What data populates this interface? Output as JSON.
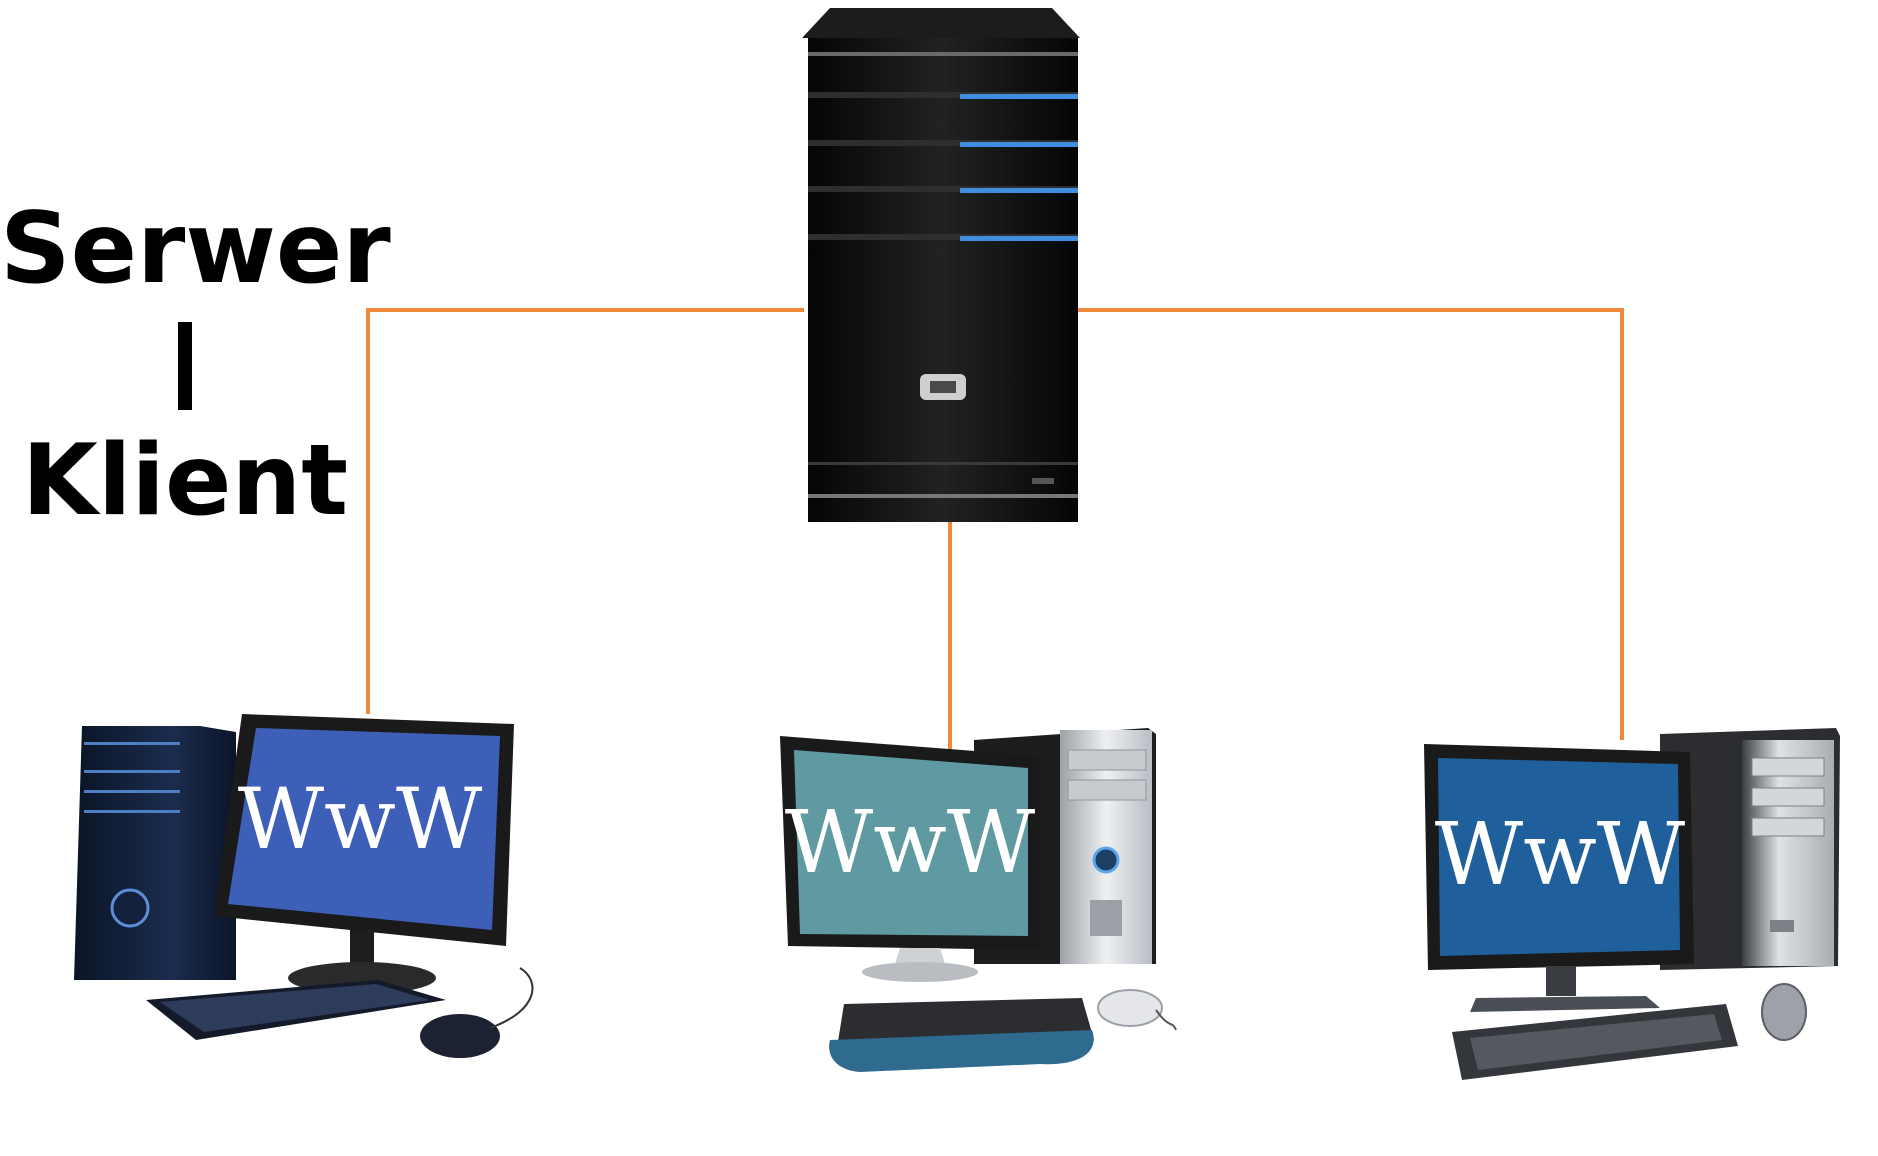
{
  "title": {
    "top": "Serwer",
    "bottom": "Klient"
  },
  "clients": [
    {
      "screen_text": "WwW",
      "screen_color": "#3e5fb8"
    },
    {
      "screen_text": "WwW",
      "screen_color": "#5f9aa2"
    },
    {
      "screen_text": "WwW",
      "screen_color": "#1f5f9c"
    }
  ],
  "colors": {
    "connector": "#f08a3a",
    "server_body": "#121212",
    "server_accent": "#3f8fe0"
  },
  "icons": {
    "server": "server-tower-icon",
    "client": "desktop-computer-icon"
  }
}
